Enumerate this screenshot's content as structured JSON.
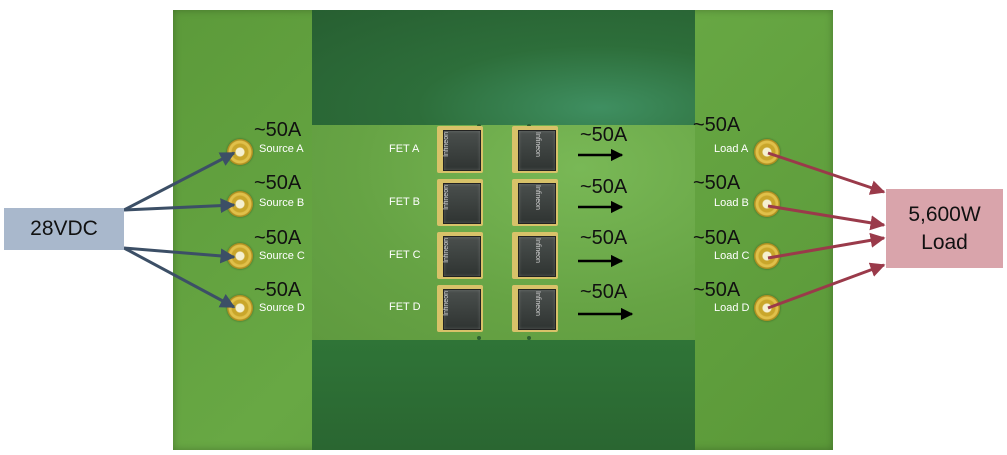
{
  "source": {
    "label": "28VDC",
    "color": "#a9b8cc",
    "line_color": "#3c4f66"
  },
  "load": {
    "line1": "5,600W",
    "line2": "Load",
    "color": "#d9a4ab",
    "line_color": "#9a3a4a"
  },
  "sources": [
    {
      "label": "Source A",
      "current": "~50A"
    },
    {
      "label": "Source B",
      "current": "~50A"
    },
    {
      "label": "Source C",
      "current": "~50A"
    },
    {
      "label": "Source D",
      "current": "~50A"
    }
  ],
  "fets": [
    {
      "label": "FET A",
      "current": "~50A"
    },
    {
      "label": "FET B",
      "current": "~50A"
    },
    {
      "label": "FET C",
      "current": "~50A"
    },
    {
      "label": "FET D",
      "current": "~50A"
    }
  ],
  "loads": [
    {
      "label": "Load A",
      "current": "~50A"
    },
    {
      "label": "Load B",
      "current": "~50A"
    },
    {
      "label": "Load C",
      "current": "~50A"
    },
    {
      "label": "Load D",
      "current": "~50A"
    }
  ],
  "chip_marking": "Infineon"
}
